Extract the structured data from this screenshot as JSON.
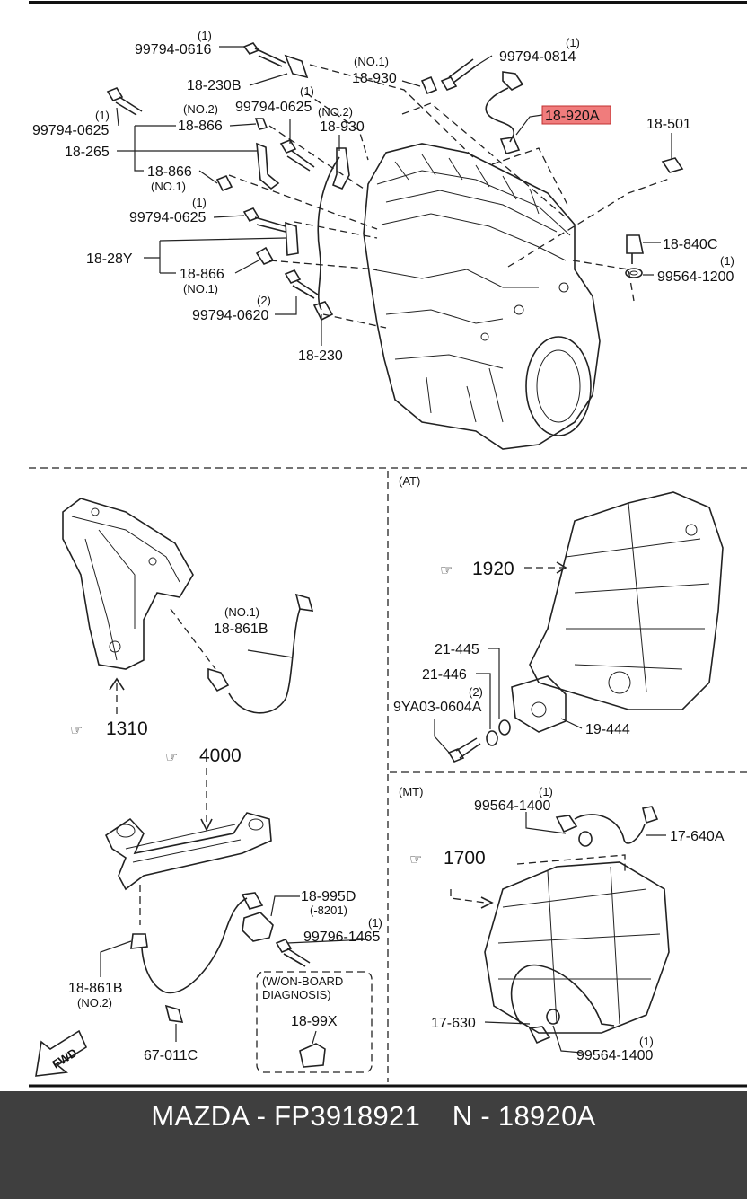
{
  "labels": {
    "p1": "99794-0616",
    "q1": "(1)",
    "p2": "18-230B",
    "p3": "99794-0625",
    "q3": "(1)",
    "p4": "18-866",
    "q4": "(NO.2)",
    "p5": "18-265",
    "p6": "18-866",
    "q6": "(NO.1)",
    "p7": "99794-0625",
    "q7": "(1)",
    "p8": "18-930",
    "q8": "(NO.2)",
    "p9": "99794-0625",
    "q9": "(1)",
    "p10": "18-28Y",
    "p11": "18-866",
    "q11": "(NO.1)",
    "p12": "99794-0620",
    "q12": "(2)",
    "p13": "18-230",
    "p14": "18-930",
    "q14": "(NO.1)",
    "p15": "99794-0814",
    "q15": "(1)",
    "p16": "18-920A",
    "p17": "18-501",
    "p18": "18-840C",
    "p19": "99564-1200",
    "q19": "(1)",
    "at_title": "(AT)",
    "p20": "1920",
    "p21": "21-445",
    "p22": "21-446",
    "p23": "9YA03-0604A",
    "q23": "(2)",
    "p24": "19-444",
    "mt_title": "(MT)",
    "p25": "99564-1400",
    "q25": "(1)",
    "p26": "17-640A",
    "p27": "1700",
    "p28": "17-630",
    "p29": "99564-1400",
    "q29": "(1)",
    "p30": "18-861B",
    "q30": "(NO.1)",
    "p31": "1310",
    "p32": "4000",
    "p33": "18-995D",
    "q33": "(-8201)",
    "p34": "99796-1465",
    "q34": "(1)",
    "p35": "18-861B",
    "q35": "(NO.2)",
    "p36": "67-011C",
    "obd1": "(W/ON-BOARD",
    "obd2": "DIAGNOSIS)",
    "p37": "18-99X",
    "fwd": "FWD"
  },
  "highlight_color": "#f07c7c",
  "footer": {
    "caption": "MAZDA - FP3918921    N - 18920A"
  }
}
